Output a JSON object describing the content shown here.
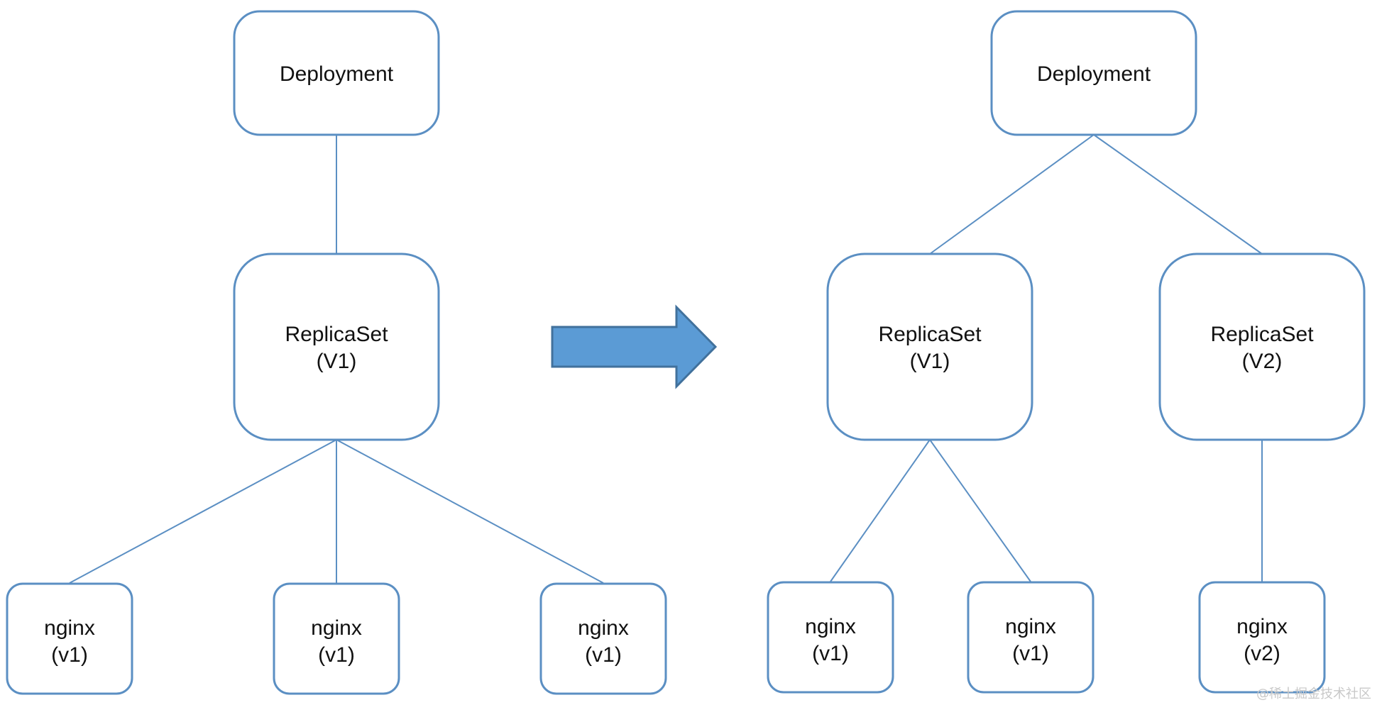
{
  "diagram": {
    "before": {
      "deployment": "Deployment",
      "replicaset": {
        "name": "ReplicaSet",
        "version": "(V1)"
      },
      "pods": [
        {
          "name": "nginx",
          "version": "(v1)"
        },
        {
          "name": "nginx",
          "version": "(v1)"
        },
        {
          "name": "nginx",
          "version": "(v1)"
        }
      ]
    },
    "after": {
      "deployment": "Deployment",
      "replicasets": [
        {
          "name": "ReplicaSet",
          "version": "(V1)",
          "pods": [
            {
              "name": "nginx",
              "version": "(v1)"
            },
            {
              "name": "nginx",
              "version": "(v1)"
            }
          ]
        },
        {
          "name": "ReplicaSet",
          "version": "(V2)",
          "pods": [
            {
              "name": "nginx",
              "version": "(v2)"
            }
          ]
        }
      ]
    },
    "colors": {
      "node_border": "#5b8fc3",
      "arrow_fill": "#5b9bd5"
    }
  },
  "watermark": "@稀土掘金技术社区"
}
